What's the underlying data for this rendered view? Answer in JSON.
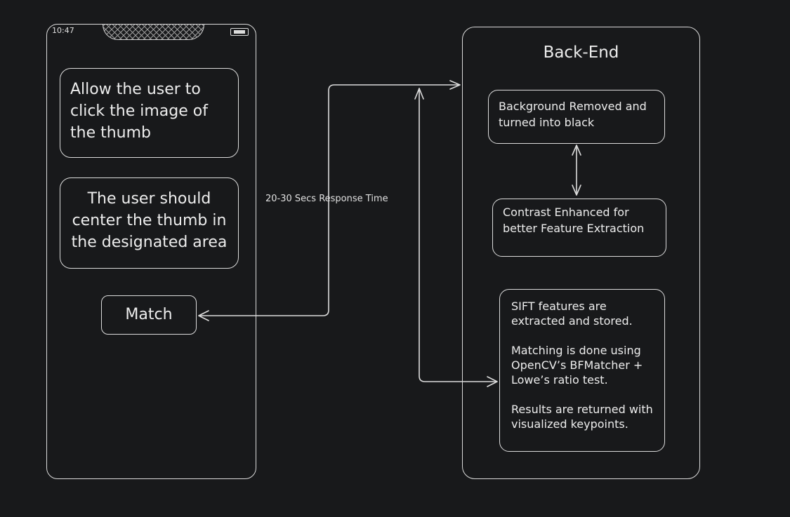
{
  "phone": {
    "time": "10:47",
    "card_1": "Allow the user to click the image of the thumb",
    "card_2": "The user should center the thumb in the designated area",
    "match_button": "Match"
  },
  "connector_label": "20-30 Secs Response Time",
  "backend": {
    "title": "Back-End",
    "step_1": "Background Removed and turned into black",
    "step_2": "Contrast Enhanced for better Feature Extraction",
    "step_3": [
      "SIFT features are extracted and stored.",
      "Matching is done using OpenCV’s BFMatcher + Lowe’s ratio test.",
      "Results are returned with visualized keypoints."
    ]
  },
  "colors": {
    "background": "#18191b",
    "stroke": "#dcdcdc",
    "text": "#ededed"
  }
}
